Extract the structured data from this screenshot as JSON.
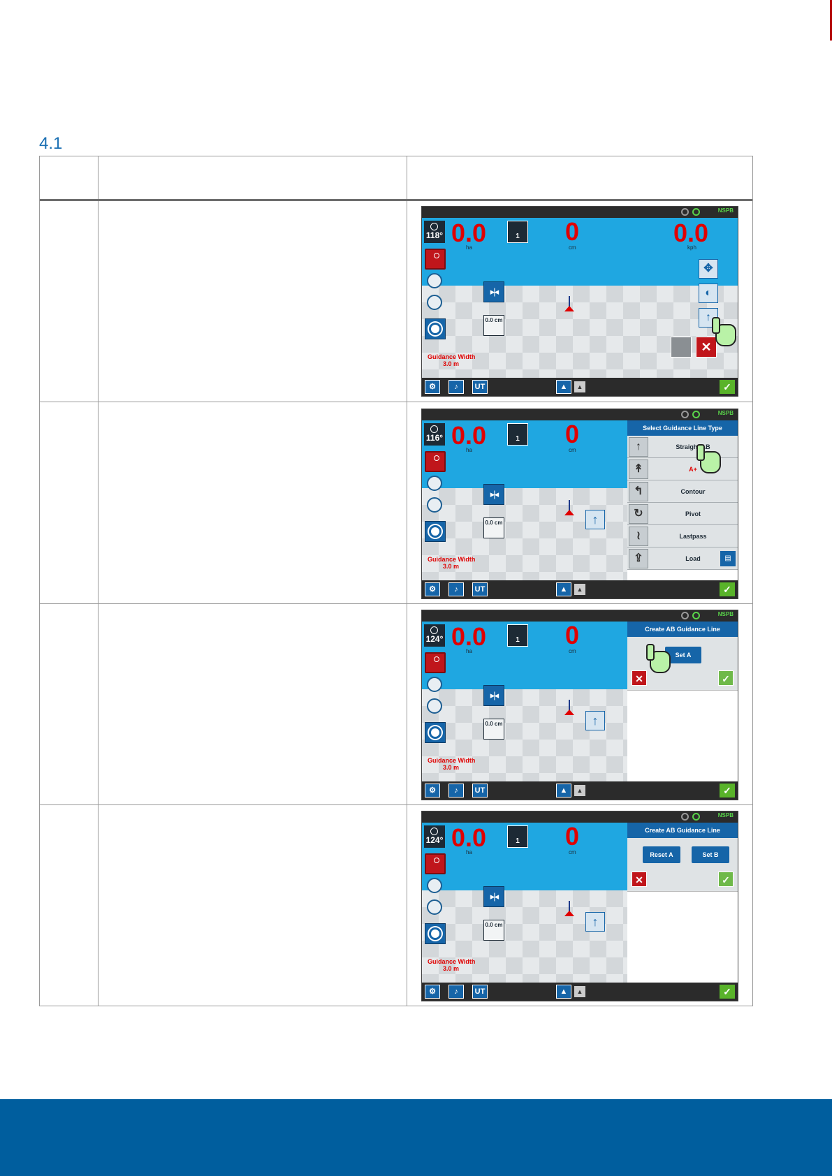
{
  "section": {
    "number": "4.1"
  },
  "screens": [
    {
      "heading": "118°",
      "area": "0.0",
      "area_unit": "ha",
      "sections": "1",
      "xtrack": "0",
      "xtrack_unit": "cm",
      "speed": "0.0",
      "speed_unit": "kph",
      "offset": "0.0",
      "offset_unit": "cm",
      "guidance_label": "Guidance Width",
      "guidance_value": "3.0",
      "guidance_unit": "m"
    },
    {
      "heading": "116°",
      "area": "0.0",
      "area_unit": "ha",
      "sections": "1",
      "xtrack": "0",
      "xtrack_unit": "cm",
      "offset": "0.0",
      "offset_unit": "cm",
      "guidance_label": "Guidance Width",
      "guidance_value": "3.0",
      "guidance_unit": "m",
      "panel_title": "Select Guidance Line Type",
      "menu": [
        "Straight AB",
        "A+",
        "Contour",
        "Pivot",
        "Lastpass",
        "Load"
      ]
    },
    {
      "heading": "124°",
      "area": "0.0",
      "area_unit": "ha",
      "sections": "1",
      "xtrack": "0",
      "xtrack_unit": "cm",
      "offset": "0.0",
      "offset_unit": "cm",
      "guidance_label": "Guidance Width",
      "guidance_value": "3.0",
      "guidance_unit": "m",
      "panel_title": "Create AB Guidance Line",
      "set_a": "Set A"
    },
    {
      "heading": "124°",
      "area": "0.0",
      "area_unit": "ha",
      "sections": "1",
      "xtrack": "0",
      "xtrack_unit": "cm",
      "offset": "0.0",
      "offset_unit": "cm",
      "guidance_label": "Guidance Width",
      "guidance_value": "3.0",
      "guidance_unit": "m",
      "panel_title": "Create AB Guidance Line",
      "reset_a": "Reset A",
      "set_b": "Set B"
    }
  ],
  "status_bar": {
    "gps_text": "NSPB"
  },
  "colors": {
    "accent": "#1665a8",
    "sky": "#1fa7e1",
    "value_red": "#e00000",
    "footer": "#005e9e"
  }
}
